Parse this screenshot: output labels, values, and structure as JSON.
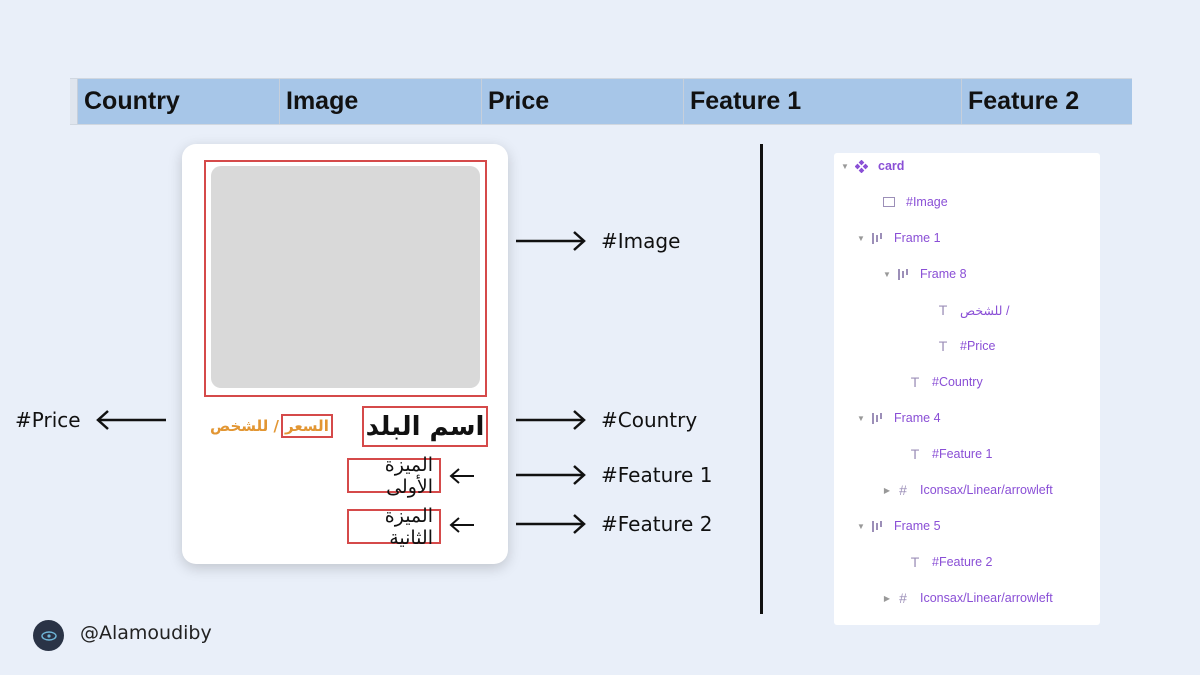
{
  "sheet": {
    "columns": [
      "Country",
      "Image",
      "Price",
      "Feature 1",
      "Feature 2"
    ]
  },
  "card": {
    "country_name": "اسم البلد",
    "price_label": "السعر",
    "per_person": "/ للشخص",
    "feature_1": "الميزة الأولى",
    "feature_2": "الميزة الثانية"
  },
  "annotations": {
    "image": "#Image",
    "country": "#Country",
    "feature_1": "#Feature 1",
    "feature_2": "#Feature 2",
    "price": "#Price"
  },
  "layers": {
    "items": [
      {
        "label": "card",
        "icon": "component-icon",
        "caret": "▼"
      },
      {
        "label": "#Image",
        "icon": "rectangle-icon",
        "caret": ""
      },
      {
        "label": "Frame 1",
        "icon": "auto-layout-icon",
        "caret": "▼"
      },
      {
        "label": "Frame 8",
        "icon": "auto-layout-icon",
        "caret": "▼"
      },
      {
        "label": "للشخص /",
        "icon": "text-icon",
        "caret": ""
      },
      {
        "label": "#Price",
        "icon": "text-icon",
        "caret": ""
      },
      {
        "label": "#Country",
        "icon": "text-icon",
        "caret": ""
      },
      {
        "label": "Frame 4",
        "icon": "auto-layout-icon",
        "caret": "▼"
      },
      {
        "label": "#Feature 1",
        "icon": "text-icon",
        "caret": ""
      },
      {
        "label": "Iconsax/Linear/arrowleft",
        "icon": "frame-icon",
        "caret": "▶"
      },
      {
        "label": "Frame 5",
        "icon": "auto-layout-icon",
        "caret": "▼"
      },
      {
        "label": "#Feature 2",
        "icon": "text-icon",
        "caret": ""
      },
      {
        "label": "Iconsax/Linear/arrowleft",
        "icon": "frame-icon",
        "caret": "▶"
      }
    ]
  },
  "footer": {
    "handle": "@Alamoudiby"
  },
  "colors": {
    "background": "#e9eff9",
    "header_fill": "#a7c6e8",
    "highlight_red": "#d54a4a",
    "price_orange": "#e29633",
    "layer_purple": "#8a4fd6"
  }
}
